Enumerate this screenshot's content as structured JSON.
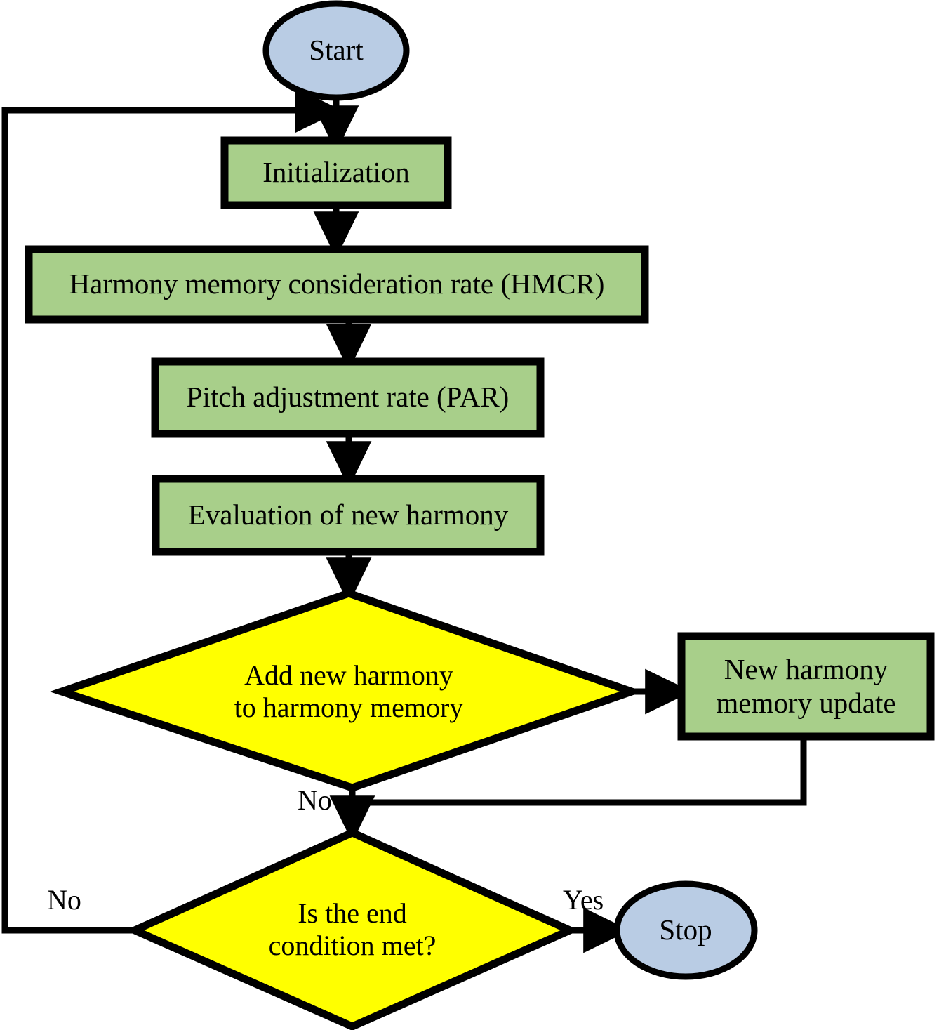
{
  "diagram": {
    "title": "Harmony Search Algorithm Flowchart",
    "background_color": "#ffffff",
    "stroke_color": "#000000",
    "terminal_fill": "#b9cce4",
    "process_fill": "#a8cf8a",
    "decision_fill": "#ffff00"
  },
  "nodes": {
    "start": {
      "label": "Start",
      "shape": "ellipse"
    },
    "initialization": {
      "label": "Initialization",
      "shape": "rectangle"
    },
    "hmcr": {
      "label": "Harmony memory consideration rate (HMCR)",
      "shape": "rectangle"
    },
    "par": {
      "label": "Pitch adjustment rate (PAR)",
      "shape": "rectangle"
    },
    "evaluation": {
      "label": "Evaluation of new harmony",
      "shape": "rectangle"
    },
    "add_harmony": {
      "label": "Add new harmony\nto harmony memory",
      "shape": "diamond"
    },
    "memory_update": {
      "label": "New harmony\nmemory update",
      "shape": "rectangle"
    },
    "end_condition": {
      "label": "Is the end\ncondition met?",
      "shape": "diamond"
    },
    "stop": {
      "label": "Stop",
      "shape": "ellipse"
    }
  },
  "edge_labels": {
    "add_harmony_no": "No",
    "end_condition_no": "No",
    "end_condition_yes": "Yes"
  }
}
